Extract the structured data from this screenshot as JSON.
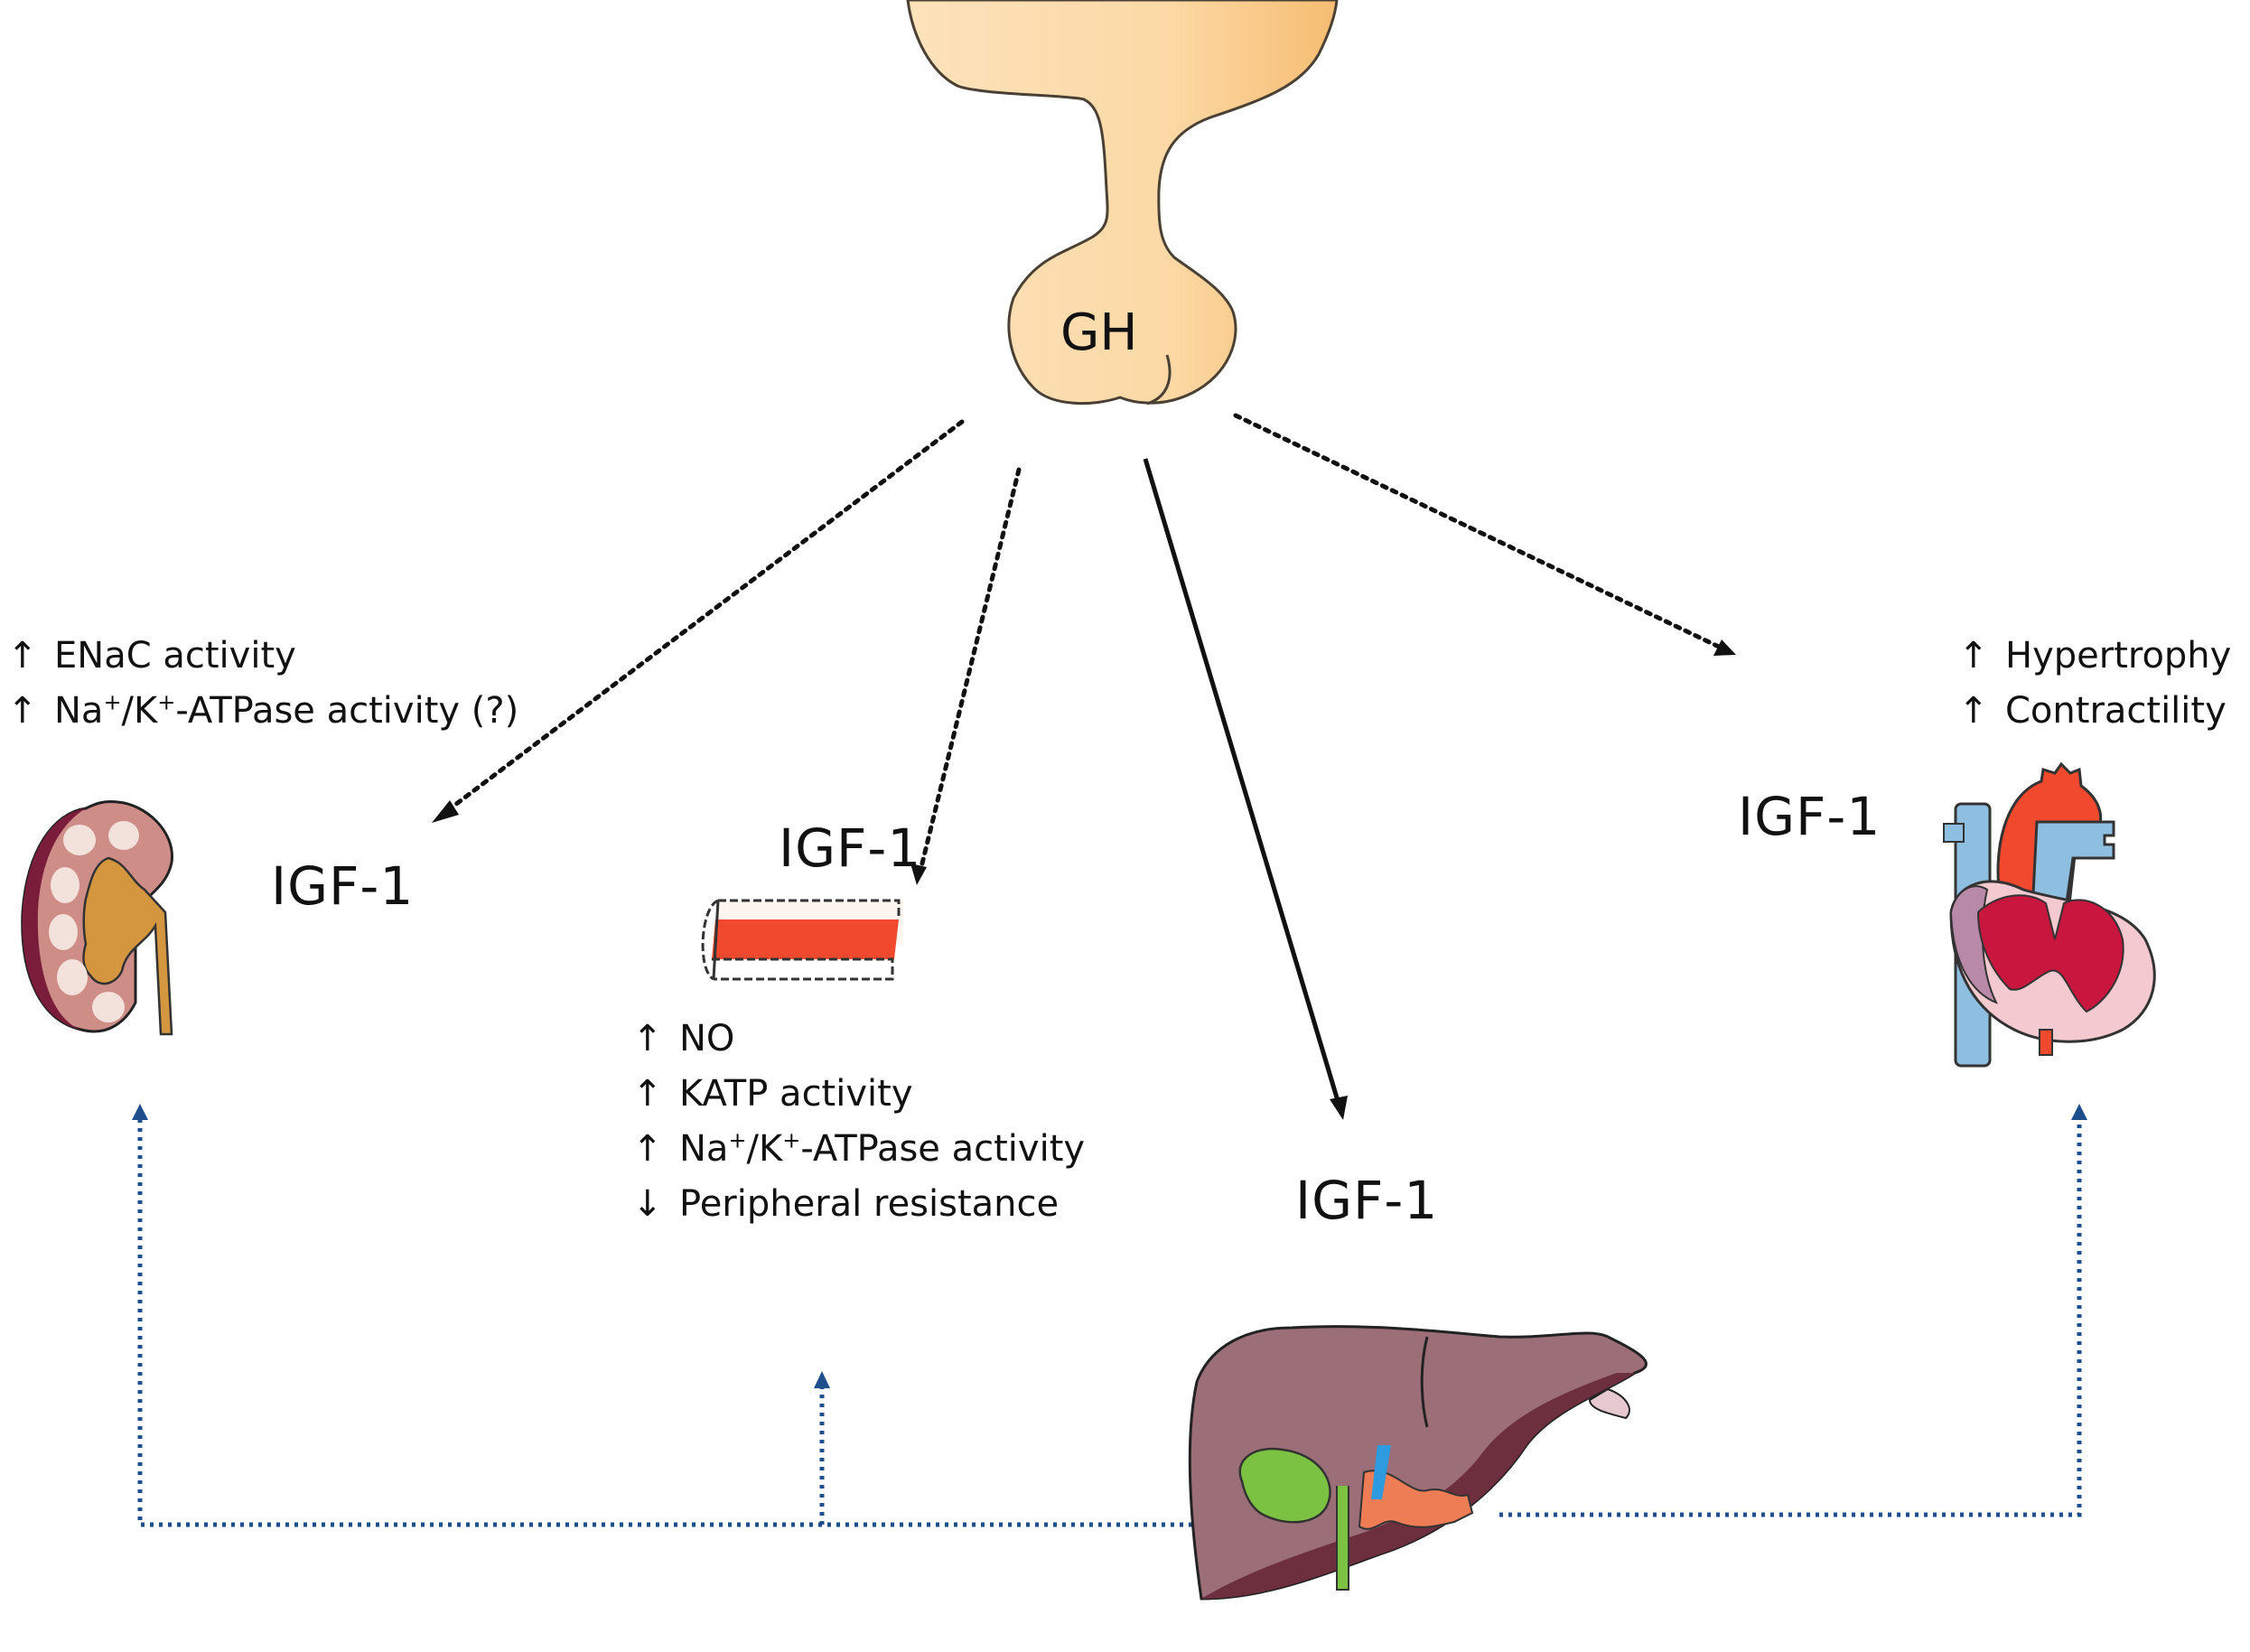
{
  "source": {
    "label": "GH",
    "organ": "pituitary-gland"
  },
  "hormone_label": "IGF-1",
  "colors": {
    "pituitary_fill": "#fbdcb0",
    "pituitary_shade": "#f6bd72",
    "feedback_arrow": "#1f4e8c",
    "direct_arrow": "#111111",
    "vessel_red": "#f0492e",
    "liver": "#9b6e78",
    "liver_dark": "#6d2e3e",
    "gallbladder": "#7cc242",
    "heart_red": "#c8163e",
    "heart_blue": "#8fbfe0"
  },
  "targets": {
    "kidney": {
      "organ": "kidney",
      "igf_label": "IGF-1",
      "effects": [
        {
          "direction": "up",
          "arrow": "↑",
          "text": "ENaC activity"
        },
        {
          "direction": "up",
          "arrow": "↑",
          "pre": "Na",
          "sup1": "+",
          "mid": "/K",
          "sup2": "+",
          "post": "-ATPase activity (?)"
        }
      ]
    },
    "vessel": {
      "organ": "blood-vessel",
      "igf_label": "IGF-1",
      "effects": [
        {
          "direction": "up",
          "arrow": "↑",
          "text": "NO"
        },
        {
          "direction": "up",
          "arrow": "↑",
          "text": "KATP activity"
        },
        {
          "direction": "up",
          "arrow": "↑",
          "pre": "Na",
          "sup1": "+",
          "mid": "/K",
          "sup2": "+",
          "post": "-ATPase activity"
        },
        {
          "direction": "down",
          "arrow": "↓",
          "text": "Peripheral resistance"
        }
      ]
    },
    "liver": {
      "organ": "liver",
      "igf_label": "IGF-1"
    },
    "heart": {
      "organ": "heart",
      "igf_label": "IGF-1",
      "effects": [
        {
          "direction": "up",
          "arrow": "↑",
          "text": "Hypertrophy"
        },
        {
          "direction": "up",
          "arrow": "↑",
          "text": "Contractility"
        }
      ]
    }
  },
  "connections": [
    {
      "from": "GH",
      "to": "kidney",
      "style": "dotted"
    },
    {
      "from": "GH",
      "to": "vessel",
      "style": "dotted"
    },
    {
      "from": "GH",
      "to": "liver",
      "style": "solid"
    },
    {
      "from": "GH",
      "to": "heart",
      "style": "dotted"
    },
    {
      "from": "liver",
      "to": "kidney",
      "style": "dotted-blue"
    },
    {
      "from": "liver",
      "to": "vessel",
      "style": "dotted-blue"
    },
    {
      "from": "liver",
      "to": "heart",
      "style": "dotted-blue"
    }
  ]
}
